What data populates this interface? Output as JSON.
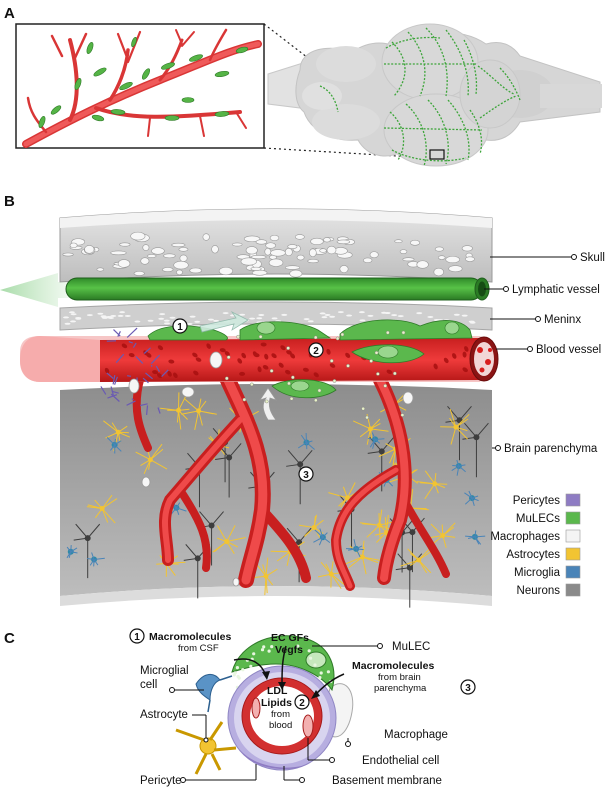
{
  "panels": {
    "a": "A",
    "b": "B",
    "c": "C"
  },
  "panel_b": {
    "labels": {
      "skull": "Skull",
      "lymphatic_vessel": "Lymphatic vessel",
      "meninx": "Meninx",
      "blood_vessel": "Blood vessel",
      "brain_parenchyma": "Brain parenchyma"
    },
    "legend": [
      {
        "label": "Pericytes",
        "color": "#8e7cc3"
      },
      {
        "label": "MuLECs",
        "color": "#5bb84d"
      },
      {
        "label": "Macrophages",
        "color": "#f4f4f4"
      },
      {
        "label": "Astrocytes",
        "color": "#f2c432"
      },
      {
        "label": "Microglia",
        "color": "#4a84b8"
      },
      {
        "label": "Neurons",
        "color": "#8a8a8a"
      }
    ],
    "numbers": [
      "1",
      "2",
      "3"
    ]
  },
  "panel_c": {
    "numbers": [
      "1",
      "2",
      "3"
    ],
    "macromolecules_csf": {
      "bold": "Macromolecules",
      "normal": "from CSF"
    },
    "ec_gfs": "EC GFs",
    "vegfs": "Vegfs",
    "macromolecules_parenchyma": {
      "bold": "Macromolecules",
      "line2": "from brain",
      "line3": "parenchyma"
    },
    "ldl": "LDL",
    "lipids": "Lipids",
    "from": "from",
    "blood": "blood",
    "labels": {
      "mulec": "MuLEC",
      "microglial_cell_1": "Microglial",
      "microglial_cell_2": "cell",
      "astrocyte": "Astrocyte",
      "macrophage": "Macrophage",
      "endothelial_cell": "Endothelial cell",
      "pericyte": "Pericyte",
      "basement_membrane": "Basement membrane"
    }
  }
}
